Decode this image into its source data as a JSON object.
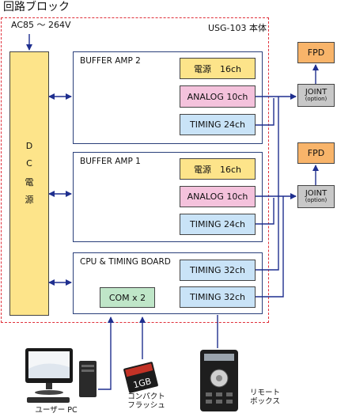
{
  "diagram": {
    "title": "回路ブロック",
    "unit_label": "USG-103 本体",
    "power_input": "AC85 〜 264V",
    "dc_power": [
      "D",
      "C",
      "電",
      "源"
    ],
    "buffer_amp_2": {
      "title": "BUFFER AMP 2",
      "power": "電源　16ch",
      "analog": "ANALOG 10ch",
      "timing": "TIMING 24ch"
    },
    "buffer_amp_1": {
      "title": "BUFFER AMP 1",
      "power": "電源　16ch",
      "analog": "ANALOG 10ch",
      "timing": "TIMING 24ch"
    },
    "cpu_board": {
      "title": "CPU & TIMING BOARD",
      "timing_a": "TIMING 32ch",
      "timing_b": "TIMING 32ch",
      "com": "COM x 2"
    },
    "fpd_top": "FPD",
    "fpd_bottom": "FPD",
    "joint_top": {
      "label": "JOINT",
      "sub": "(option)"
    },
    "joint_bottom": {
      "label": "JOINT",
      "sub": "(option)"
    },
    "devices": {
      "pc_label": "ユーザー PC",
      "cf_label": "コンパクト\nフラッシュ",
      "remote_label": "リモート\nボックス",
      "cf_card_text": "1GB"
    },
    "colors": {
      "power_block": "#fde48a",
      "analog_block": "#f4c2dc",
      "timing_block": "#c9e3f7",
      "com_block": "#bfe6c8",
      "fpd_block": "#f8b46a",
      "joint_block": "#c8c8c8",
      "connector": "#1f2f8f",
      "border_dashed": "#e0303a"
    }
  }
}
